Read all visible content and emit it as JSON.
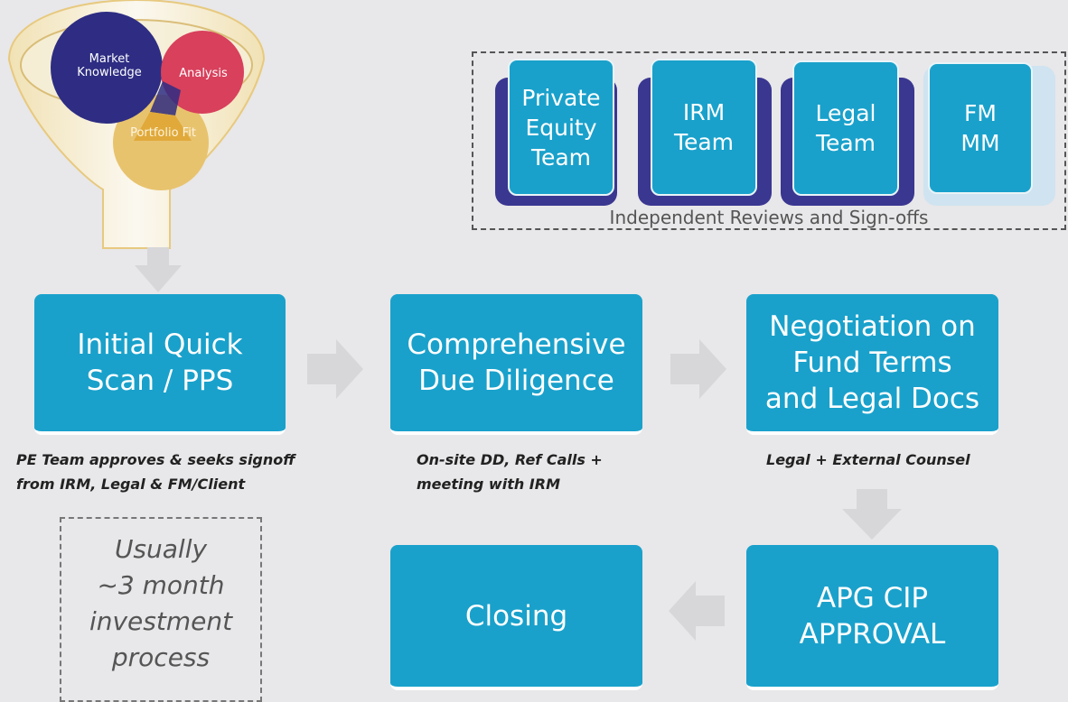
{
  "funnel": {
    "circles": [
      "Market\nKnowledge",
      "Analysis",
      "Portfolio\nFit"
    ]
  },
  "teams": {
    "items": [
      "Private\nEquity\nTeam",
      "IRM\nTeam",
      "Legal\nTeam",
      "FM\nMM"
    ],
    "caption": "Independent Reviews and Sign-offs"
  },
  "steps": [
    "Initial Quick\nScan / PPS",
    "Comprehensive\nDue Diligence",
    "Negotiation on\nFund Terms\nand Legal Docs",
    "APG CIP\nAPPROVAL",
    "Closing"
  ],
  "notes": [
    "PE Team approves & seeks signoff\nfrom IRM, Legal & FM/Client",
    "On-site DD, Ref Calls +\nmeeting with IRM",
    "Legal + External Counsel"
  ],
  "duration": "Usually\n~3 month\ninvestment\nprocess",
  "colors": {
    "step_blue": "#19a1cb",
    "navy": "#3a3791",
    "light_blue": "#cfe4f0",
    "market": "#2e2d83",
    "analysis": "#d8405c",
    "portfolio": "#e8c36e",
    "arrow_gray": "#d7d7d9"
  }
}
